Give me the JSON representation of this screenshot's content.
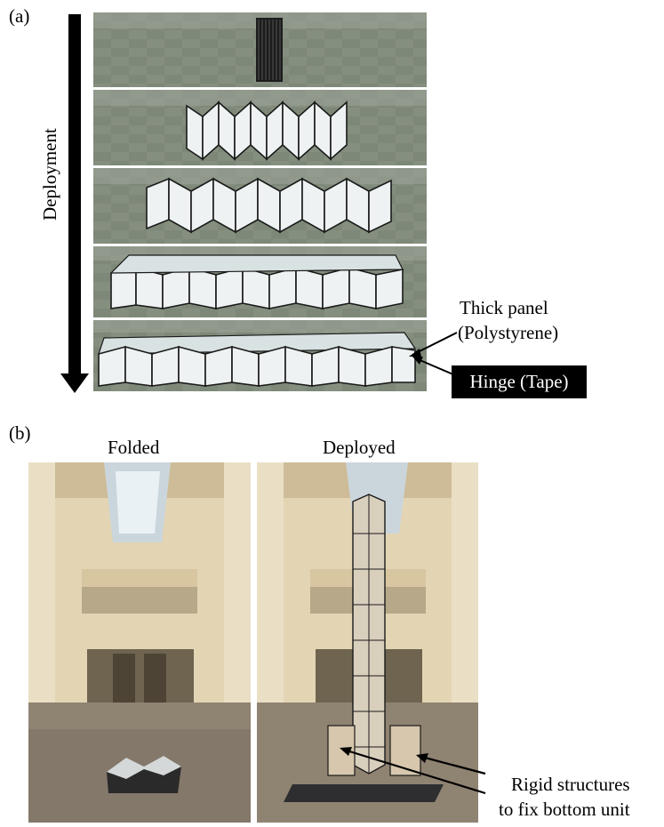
{
  "figure": {
    "panel_a": {
      "label": "(a)",
      "arrow_label": "Deployment",
      "annotation_panel_line1": "Thick panel",
      "annotation_panel_line2": "(Polystyrene)",
      "annotation_hinge": "Hinge (Tape)"
    },
    "panel_b": {
      "label": "(b)",
      "folded_title": "Folded",
      "deployed_title": "Deployed",
      "annotation_rigid_line1": "Rigid structures",
      "annotation_rigid_line2": "to fix bottom unit"
    }
  },
  "colors": {
    "floor_green": "#7f8a7a",
    "panel_white": "#eef2f2",
    "panel_edge": "#1a1a1a",
    "hall_wall": "#e8dcc0",
    "hall_floor": "#8e8270"
  }
}
